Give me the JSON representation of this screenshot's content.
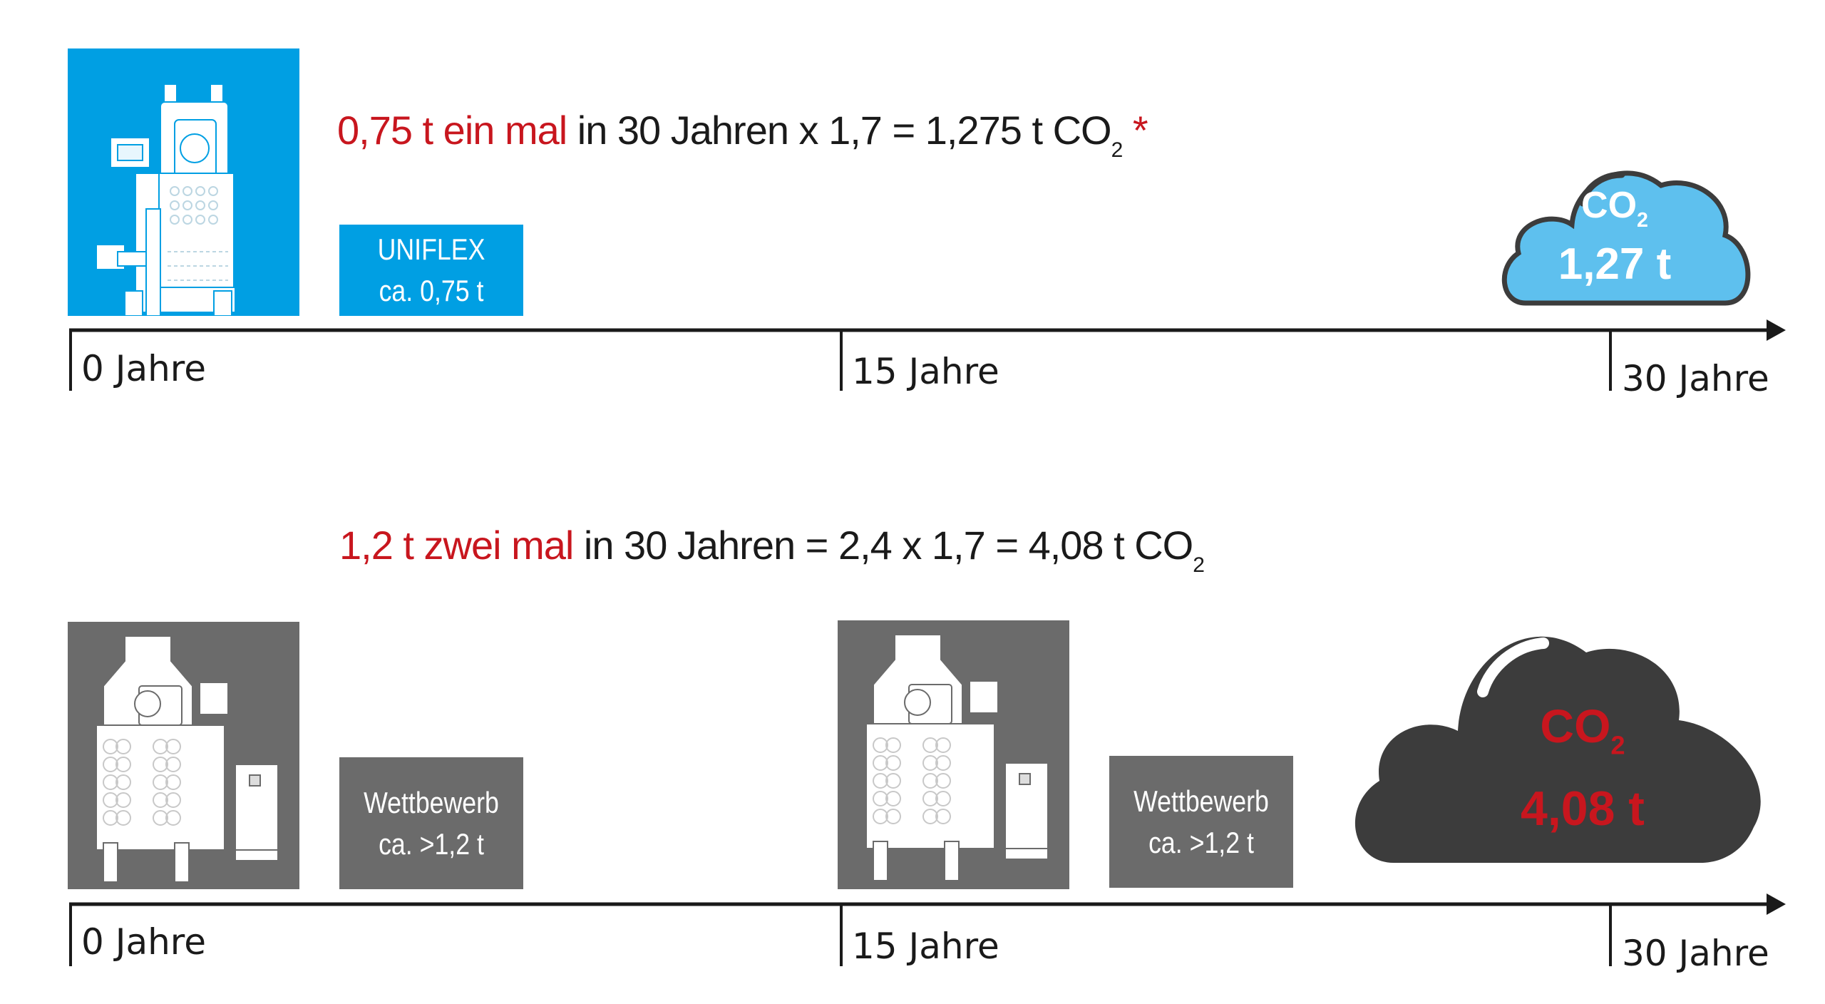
{
  "timeline_top": {
    "formula": {
      "red": "0,75 t ein mal",
      "black": " in 30 Jahren x 1,7 = 1,275 t CO",
      "sub": "2",
      "star": " *"
    },
    "label_box": {
      "line1": "UNIFLEX",
      "line2": "ca. 0,75 t"
    },
    "cloud": {
      "co2": "CO",
      "sub": "2",
      "value": "1,27 t"
    },
    "axis": {
      "ticks": [
        "0 Jahre",
        "15 Jahre",
        "30 Jahre"
      ]
    }
  },
  "timeline_bottom": {
    "formula": {
      "red": "1,2 t zwei mal",
      "black": " in 30 Jahren = 2,4  x 1,7 = 4,08 t CO",
      "sub": "2"
    },
    "label_box_1": {
      "line1": "Wettbewerb",
      "line2": "ca. >1,2 t"
    },
    "label_box_2": {
      "line1": "Wettbewerb",
      "line2": "ca. >1,2 t"
    },
    "cloud": {
      "co2": "CO",
      "sub": "2",
      "value": "4,08 t"
    },
    "axis": {
      "ticks": [
        "0 Jahre",
        "15 Jahre",
        "30 Jahre"
      ]
    }
  },
  "colors": {
    "uniflex_blue": "#009fe3",
    "competitor_gray": "#6b6b6b",
    "cloud_light": "#5ec0ee",
    "cloud_dark": "#3c3c3c",
    "accent_red": "#c8161e"
  },
  "icons": [
    "uniflex-machine-icon",
    "competitor-machine-icon",
    "co2-cloud-icon"
  ]
}
